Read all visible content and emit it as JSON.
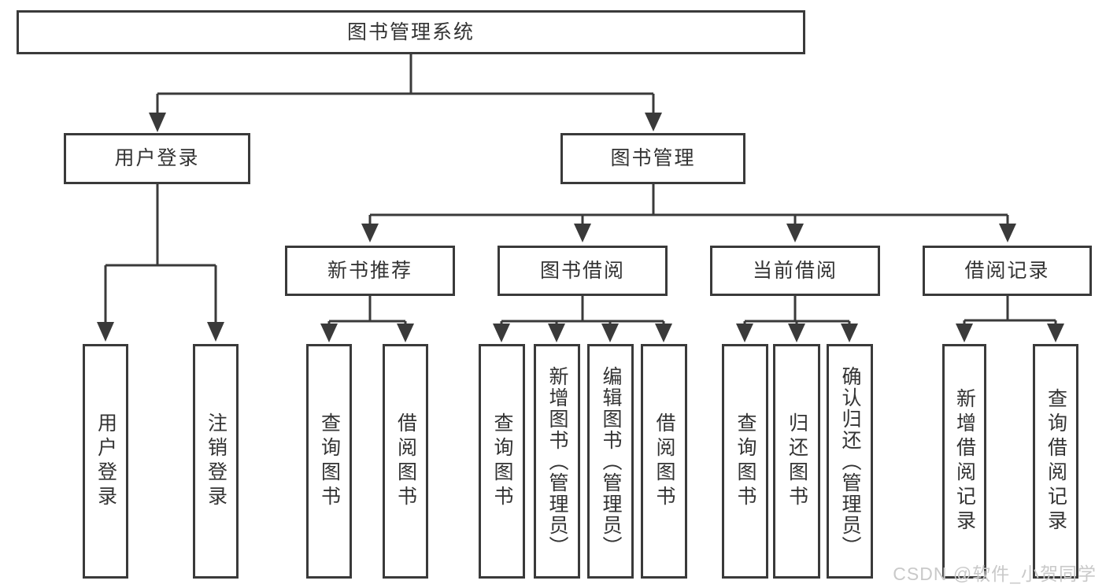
{
  "diagram": {
    "title": "图书管理系统",
    "root": {
      "label": "图书管理系统"
    },
    "level1": [
      {
        "label": "用户登录"
      },
      {
        "label": "图书管理"
      }
    ],
    "level2": [
      {
        "label": "新书推荐",
        "parent": "图书管理"
      },
      {
        "label": "图书借阅",
        "parent": "图书管理"
      },
      {
        "label": "当前借阅",
        "parent": "图书管理"
      },
      {
        "label": "借阅记录",
        "parent": "图书管理"
      }
    ],
    "leaves": [
      {
        "label": "用户登录",
        "parent": "用户登录"
      },
      {
        "label": "注销登录",
        "parent": "用户登录"
      },
      {
        "label": "查询图书",
        "parent": "新书推荐"
      },
      {
        "label": "借阅图书",
        "parent": "新书推荐"
      },
      {
        "label": "查询图书",
        "parent": "图书借阅"
      },
      {
        "label": "新增图书（管理员）",
        "parent": "图书借阅"
      },
      {
        "label": "编辑图书（管理员）",
        "parent": "图书借阅"
      },
      {
        "label": "借阅图书",
        "parent": "图书借阅"
      },
      {
        "label": "查询图书",
        "parent": "当前借阅"
      },
      {
        "label": "归还图书",
        "parent": "当前借阅"
      },
      {
        "label": "确认归还（管理员）",
        "parent": "当前借阅"
      },
      {
        "label": "新增借阅记录",
        "parent": "借阅记录"
      },
      {
        "label": "查询借阅记录",
        "parent": "借阅记录"
      }
    ]
  },
  "watermark": {
    "text": "CSDN @软件_小贺同学"
  },
  "colors": {
    "line": "#3a3a3a",
    "text": "#333333",
    "background": "#ffffff",
    "watermark": "#c9c9c9"
  }
}
